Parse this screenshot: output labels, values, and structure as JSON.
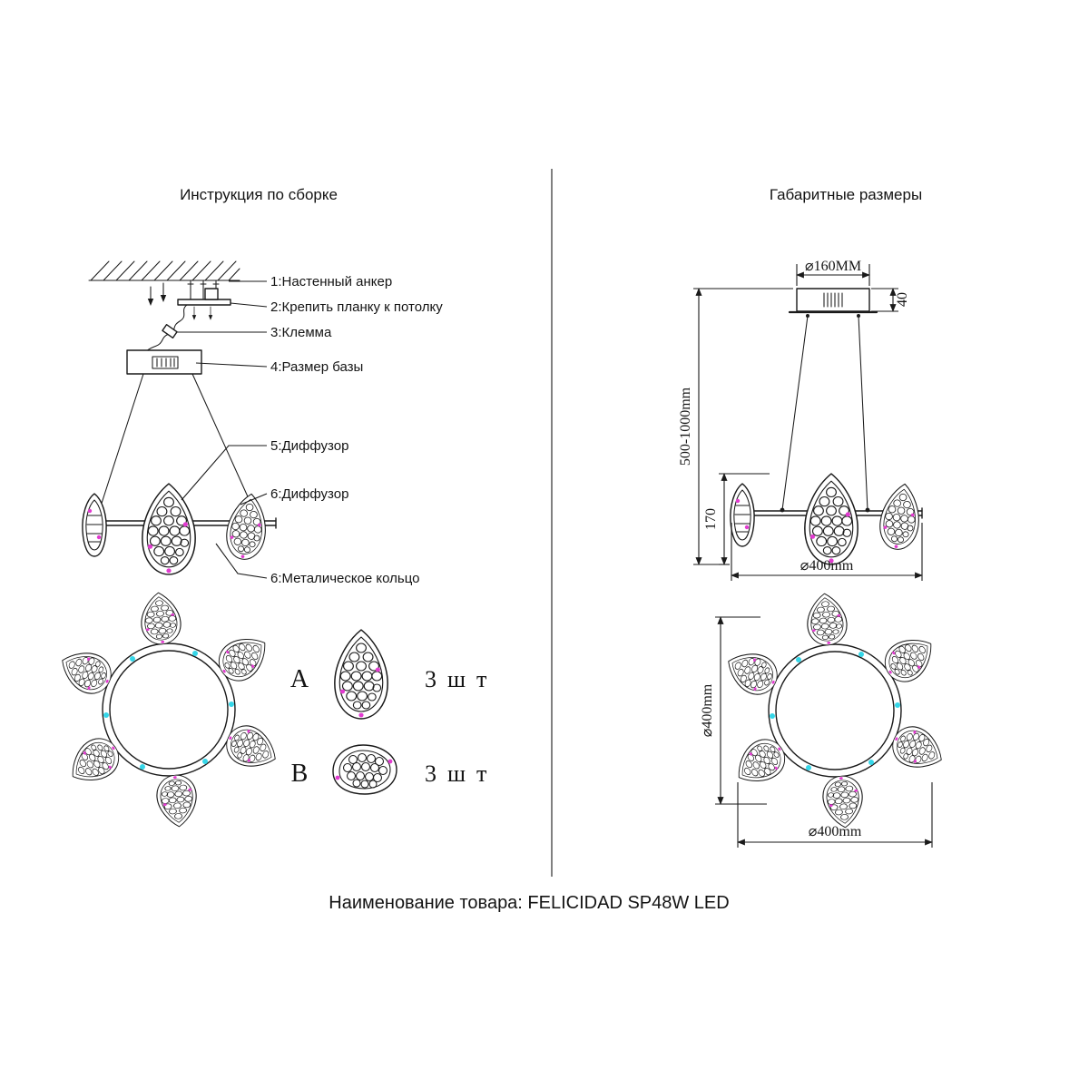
{
  "left_panel": {
    "title": "Инструкция по сборке",
    "callouts": [
      "1:Настенный анкер",
      "2:Крепить планку к потолку",
      "3:Клемма",
      "4:Размер базы",
      "5:Диффузор",
      "6:Диффузор",
      "6:Металическое кольцо"
    ],
    "details": [
      {
        "label": "A",
        "qty": "3шт"
      },
      {
        "label": "B",
        "qty": "3шт"
      }
    ]
  },
  "right_panel": {
    "title": "Габаритные размеры",
    "dimensions": {
      "canopy_diameter": "⌀160MM",
      "canopy_height": "40",
      "suspension_length": "500-1000mm",
      "fixture_height": "170",
      "side_view_diameter": "⌀400mm",
      "top_view_diameter_vertical": "⌀400mm",
      "top_view_diameter_horizontal": "⌀400mm"
    }
  },
  "footer": {
    "product_name": "Наименование товара: FELICIDAD SP48W LED"
  },
  "colors": {
    "line": "#1a1a1a",
    "accent_magenta": "#e23bd0",
    "accent_cyan": "#35d6e8"
  }
}
